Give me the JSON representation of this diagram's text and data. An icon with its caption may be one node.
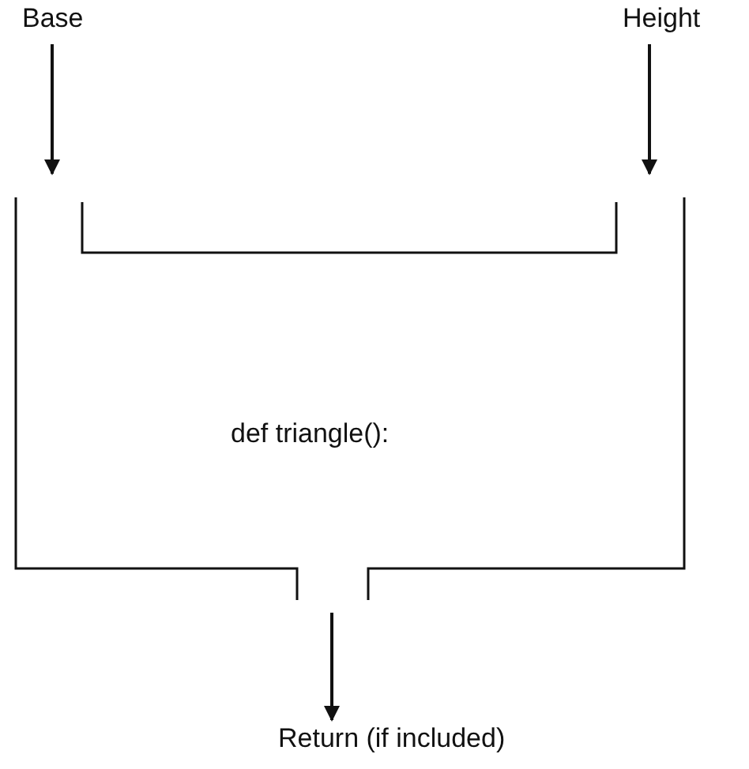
{
  "diagram": {
    "nodes": [
      {
        "text": [
          "Base"
        ]
      },
      {
        "text": [
          "Height"
        ]
      },
      {
        "text": [
          "def triangle():"
        ]
      },
      {
        "text": [
          "Return (if included)"
        ]
      }
    ],
    "edges": [
      {
        "from": 0,
        "to": 2,
        "arrow": "to"
      },
      {
        "from": 1,
        "to": 2,
        "arrow": "to"
      },
      {
        "from": 2,
        "to": 3,
        "arrow": "to"
      }
    ]
  }
}
